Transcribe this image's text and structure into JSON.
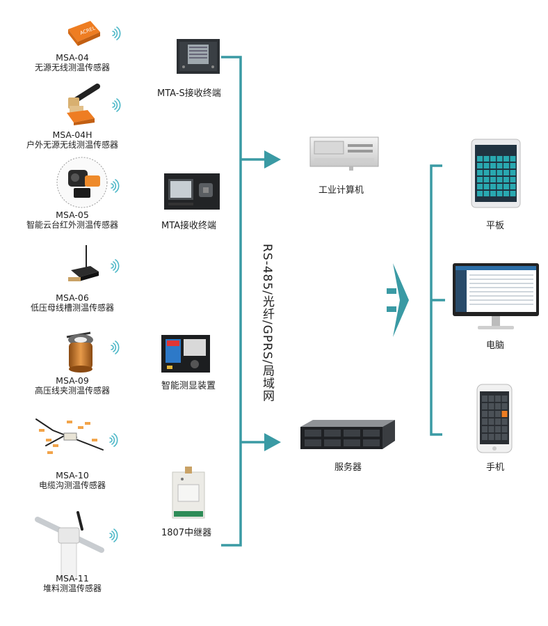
{
  "sensors": [
    {
      "code": "MSA-04",
      "name": "无源无线测温传感器",
      "icon": "orange-tag-sensor"
    },
    {
      "code": "MSA-04H",
      "name": "户外无源无线测温传感器",
      "icon": "antenna-clamp-sensor"
    },
    {
      "code": "MSA-05",
      "name": "智能云台红外测温传感器",
      "icon": "ptz-infrared-sensor"
    },
    {
      "code": "MSA-06",
      "name": "低压母线槽测温传感器",
      "icon": "busbar-antenna-sensor"
    },
    {
      "code": "MSA-09",
      "name": "高压线夹测温传感器",
      "icon": "clamp-coil-sensor"
    },
    {
      "code": "MSA-10",
      "name": "电缆沟测温传感器",
      "icon": "cable-probe-sensor"
    },
    {
      "code": "MSA-11",
      "name": "堆料测温传感器",
      "icon": "pile-probe-sensor"
    }
  ],
  "terminals": [
    {
      "label": "MTA-S接收终端",
      "icon": "panel-meter-icon"
    },
    {
      "label": "MTA接收终端",
      "icon": "lcd-terminal-icon"
    },
    {
      "label": "智能测显装置",
      "icon": "smart-display-device-icon"
    },
    {
      "label": "1807中继器",
      "icon": "repeater-icon"
    }
  ],
  "bus_label": "RS-485/光纤/GPRS/局域网",
  "servers": [
    {
      "label": "工业计算机",
      "icon": "industrial-pc-icon"
    },
    {
      "label": "服务器",
      "icon": "rack-server-icon"
    }
  ],
  "clients": [
    {
      "label": "平板",
      "icon": "tablet-icon"
    },
    {
      "label": "电脑",
      "icon": "monitor-icon"
    },
    {
      "label": "手机",
      "icon": "phone-icon"
    }
  ],
  "colors": {
    "accent": "#3a9aa4",
    "sensor_orange": "#ee7d22",
    "wifi": "#49b6c6"
  }
}
